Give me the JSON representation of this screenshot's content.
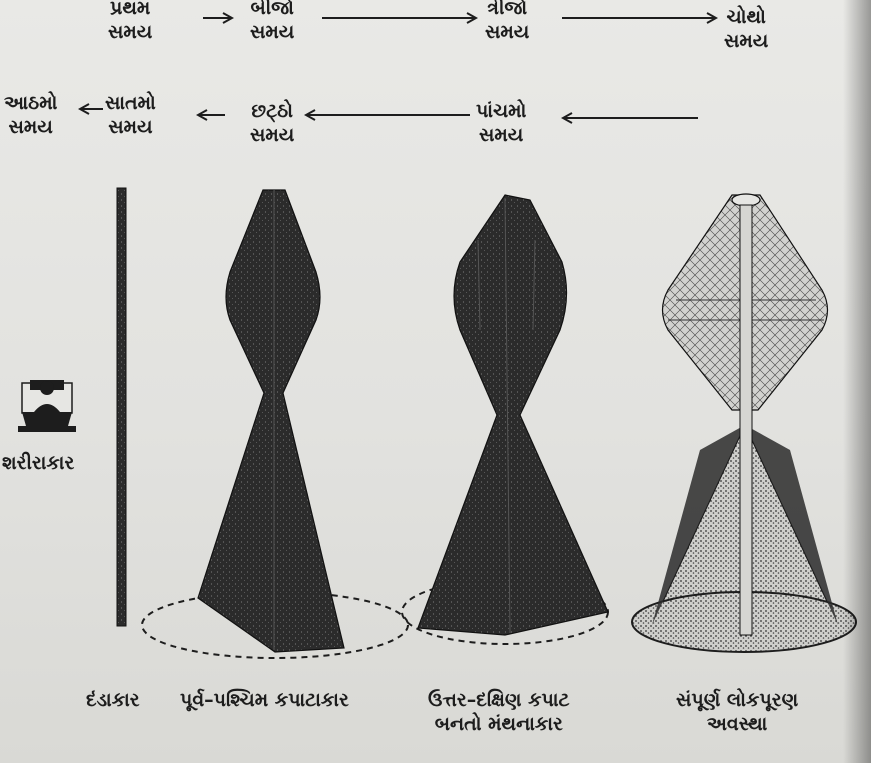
{
  "sequence": {
    "row1": [
      {
        "line1": "પ્રથમ",
        "line2": "સમય"
      },
      {
        "line1": "બીજો",
        "line2": "સમય"
      },
      {
        "line1": "ત્રીજો",
        "line2": "સમય"
      },
      {
        "line1": "ચોથો",
        "line2": "સમય"
      }
    ],
    "row2": [
      {
        "line1": "પાંચમો",
        "line2": "સમય"
      },
      {
        "line1": "છટ્ઠો",
        "line2": "સમય"
      },
      {
        "line1": "સાતમો",
        "line2": "સમય"
      },
      {
        "line1": "આઠમો",
        "line2": "સમય"
      }
    ]
  },
  "figures": {
    "body": "શરીરાકાર",
    "rod": "દંડાકાર",
    "east_west": "પૂર્વ–પશ્ચિમ કપાટાકાર",
    "north_south_line1": "ઉત્તર–દક્ષિણ કપાટ",
    "north_south_line2": "બનતો મંથનાકાર",
    "full_line1": "સંપૂર્ણ લોકપૂરણ",
    "full_line2": "અવસ્થા"
  },
  "colors": {
    "ink": "#1d1d1d",
    "paper": "#e6e6e3",
    "shape_dark": "#2b2b2b"
  }
}
